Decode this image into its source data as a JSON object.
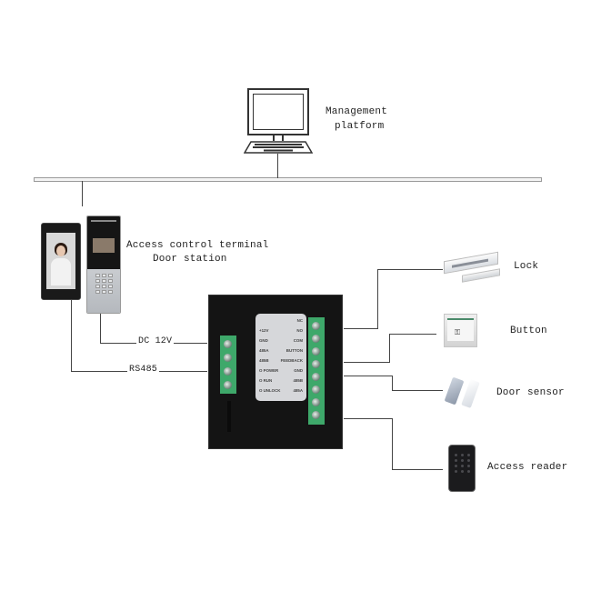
{
  "diagram": {
    "nodes": {
      "management_platform": {
        "line1": "Management",
        "line2": "platform",
        "icon": "computer-icon"
      },
      "terminal": {
        "line1": "Access control terminal",
        "line2": "Door station",
        "icon": "face-terminal-icon"
      },
      "lock": {
        "label": "Lock",
        "icon": "magnetic-lock-icon"
      },
      "button": {
        "label": "Button",
        "icon": "exit-button-icon"
      },
      "door_sensor": {
        "label": "Door sensor",
        "icon": "door-sensor-icon"
      },
      "access_reader": {
        "label": "Access reader",
        "icon": "card-reader-icon"
      }
    },
    "connections": {
      "dc": "DC 12V",
      "rs485": "RS485"
    },
    "controller": {
      "panel_rows": [
        {
          "left": "",
          "right": "NC"
        },
        {
          "left": "+12V",
          "right": "NO"
        },
        {
          "left": "GND",
          "right": "COM"
        },
        {
          "left": "485A",
          "right": "BUTTON"
        },
        {
          "left": "485B",
          "right": "FEEDBACK"
        },
        {
          "left": "O POWER",
          "right": "GND"
        },
        {
          "left": "O RUN",
          "right": "485B"
        },
        {
          "left": "O UNLOCK",
          "right": "485A"
        }
      ],
      "left_terminals": 4,
      "right_terminals": 8,
      "terminal_color": "#3ea86a"
    }
  }
}
